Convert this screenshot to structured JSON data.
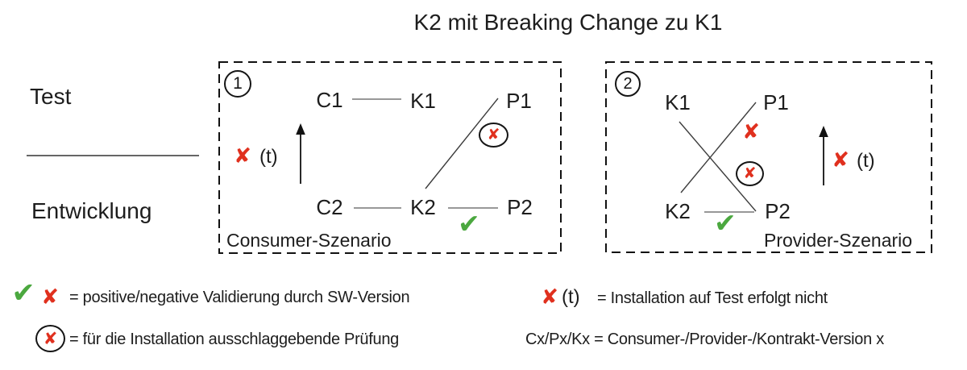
{
  "title": "K2 mit Breaking Change zu K1",
  "axis": {
    "top": "Test",
    "bottom": "Entwicklung"
  },
  "scenario1": {
    "number": "1",
    "caption": "Consumer-Szenario",
    "nodes": {
      "c1": "C1",
      "k1": "K1",
      "p1": "P1",
      "c2": "C2",
      "k2": "K2",
      "p2": "P2"
    },
    "t_label": "(t)"
  },
  "scenario2": {
    "number": "2",
    "caption": "Provider-Szenario",
    "nodes": {
      "k1": "K1",
      "p1": "P1",
      "k2": "K2",
      "p2": "P2"
    },
    "t_label": "(t)"
  },
  "legend": {
    "validation": "= positive/negative Validierung durch SW-Version",
    "decisive_check": "= für die Installation ausschlaggebende Prüfung",
    "t_symbol": "(t)",
    "no_test_install": "= Installation auf Test erfolgt nicht",
    "version_key": "Cx/Px/Kx = Consumer-/Provider-/Kontrakt-Version x"
  },
  "icons": {
    "check": "✔",
    "cross": "✘"
  },
  "colors": {
    "red": "#e0301e",
    "green": "#4ba83f",
    "ink": "#1d1d1d"
  }
}
